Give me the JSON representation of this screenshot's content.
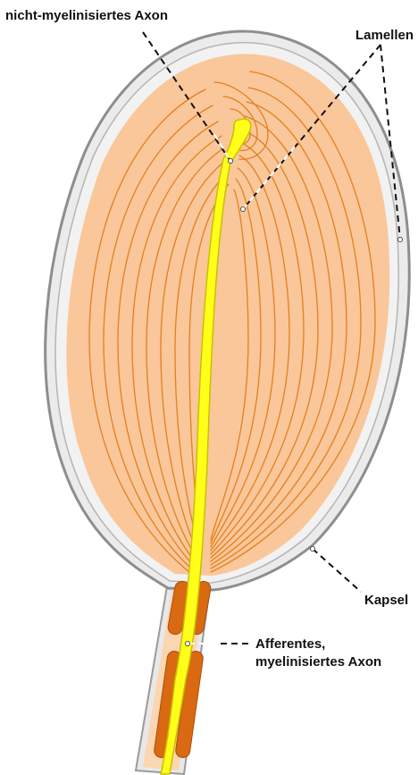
{
  "labels": {
    "axon_unmyelinated": "nicht-myelinisiertes Axon",
    "lamellae": "Lamellen",
    "capsule": "Kapsel",
    "afferent_line1": "Afferentes,",
    "afferent_line2": "myelinisiertes Axon"
  },
  "colors": {
    "capsule_outline": "#9a9a9a",
    "capsule_fill": "#e9e9e9",
    "corpuscle_fill": "#f9c79a",
    "lamella_line": "#e57f1e",
    "axon": "#ffff1a",
    "axon_outline": "#c9c000",
    "myelin": "#d96a12",
    "nerve_fill": "#fbd6b0"
  }
}
